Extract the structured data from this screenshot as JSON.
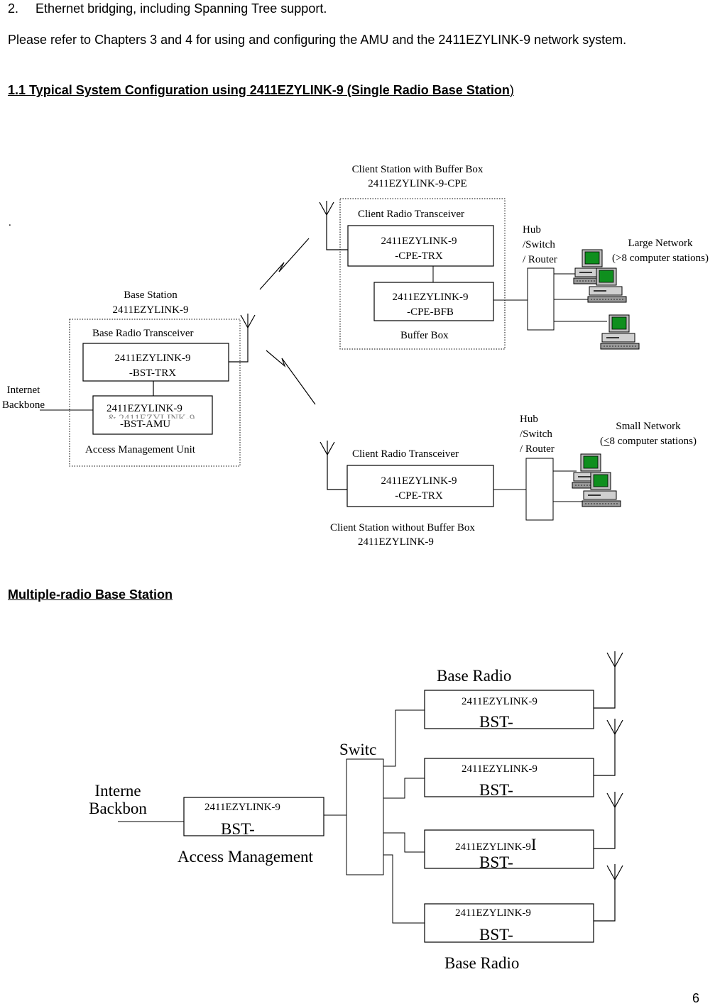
{
  "paragraphs": {
    "list_item_number": "2.",
    "list_item_text": "Ethernet bridging, including Spanning Tree support.",
    "refer_text": "Please refer to Chapters 3 and 4 for using and configuring the AMU and the 2411EZYLINK-9 network system."
  },
  "section_heading": {
    "bold": "1.1  Typical System Configuration using 2411EZYLINK-9  (Single Radio Base Station",
    "close": ")"
  },
  "diagram1": {
    "stray_dot": ".",
    "client_buffer_title_1": "Client Station with Buffer Box",
    "client_buffer_title_2": "2411EZYLINK-9-CPE",
    "client_radio_transceiver_1": "Client Radio Transceiver",
    "cpe_trx_1_line1": "2411EZYLINK-9",
    "cpe_trx_1_line2": "-CPE-TRX",
    "cpe_bfb_line1": "2411EZYLINK-9",
    "cpe_bfb_line2": "-CPE-BFB",
    "buffer_box": "Buffer Box",
    "hub1_l1": "Hub",
    "hub1_l2": "/Switch",
    "hub1_l3": "/ Router",
    "large_network_1": "Large Network",
    "large_network_2": "(>8 computer stations)",
    "base_station_1": "Base Station",
    "base_station_2": "2411EZYLINK-9",
    "base_radio_transceiver": "Base Radio Transceiver",
    "bst_trx_line1": "2411EZYLINK-9",
    "bst_trx_line2": "-BST-TRX",
    "internet_1": "Internet",
    "internet_2": "Backbone",
    "bst_amu_line1": "2411EZYLINK-9",
    "bst_amu_ghost": "& 2411EZYLINK-9",
    "bst_amu_line2": "-BST-AMU",
    "access_management_unit": "Access Management Unit",
    "hub2_l1": "Hub",
    "hub2_l2": "/Switch",
    "hub2_l3": "/ Router",
    "small_network_1": "Small Network",
    "small_network_2_prefix": "(",
    "small_network_2_underlined": "<",
    "small_network_2_suffix": "8 computer stations)",
    "client_radio_transceiver_2": "Client Radio Transceiver",
    "cpe_trx_2_line1": "2411EZYLINK-9",
    "cpe_trx_2_line2": "-CPE-TRX",
    "client_no_buffer_1": "Client Station without Buffer Box",
    "client_no_buffer_2": "2411EZYLINK-9"
  },
  "multi_heading": "Multiple-radio Base Station",
  "diagram2": {
    "base_radio_top": "Base Radio",
    "switch": "Switc",
    "internet_1": "Interne",
    "internet_2": "Backbon",
    "amu_model": "2411EZYLINK-9",
    "amu_bst": "BST-",
    "access_management": "Access Management",
    "radios": [
      {
        "model": "2411EZYLINK-9",
        "suffix": "",
        "bst": "BST-"
      },
      {
        "model": "2411EZYLINK-9",
        "suffix": "",
        "bst": "BST-"
      },
      {
        "model": "2411EZYLINK-9",
        "suffix": "I",
        "bst": "BST-"
      },
      {
        "model": "2411EZYLINK-9",
        "suffix": "",
        "bst": "BST-"
      }
    ],
    "base_radio_bottom": "Base Radio"
  },
  "page_number": "6"
}
